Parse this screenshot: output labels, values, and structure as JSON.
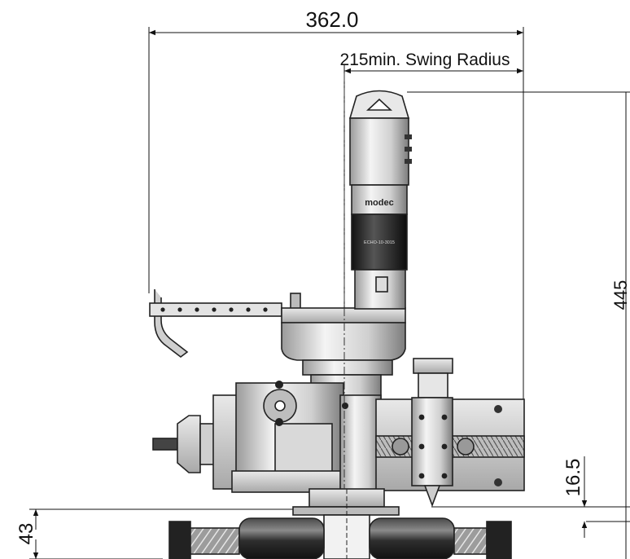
{
  "dimensions": {
    "overall_width": "362.0",
    "swing_radius": "215min. Swing Radius",
    "overall_height": "445",
    "bottom_offset": "16.5",
    "base_height": "43"
  },
  "labels": {
    "brand": "modec",
    "model": "ECHO-10-3015"
  }
}
